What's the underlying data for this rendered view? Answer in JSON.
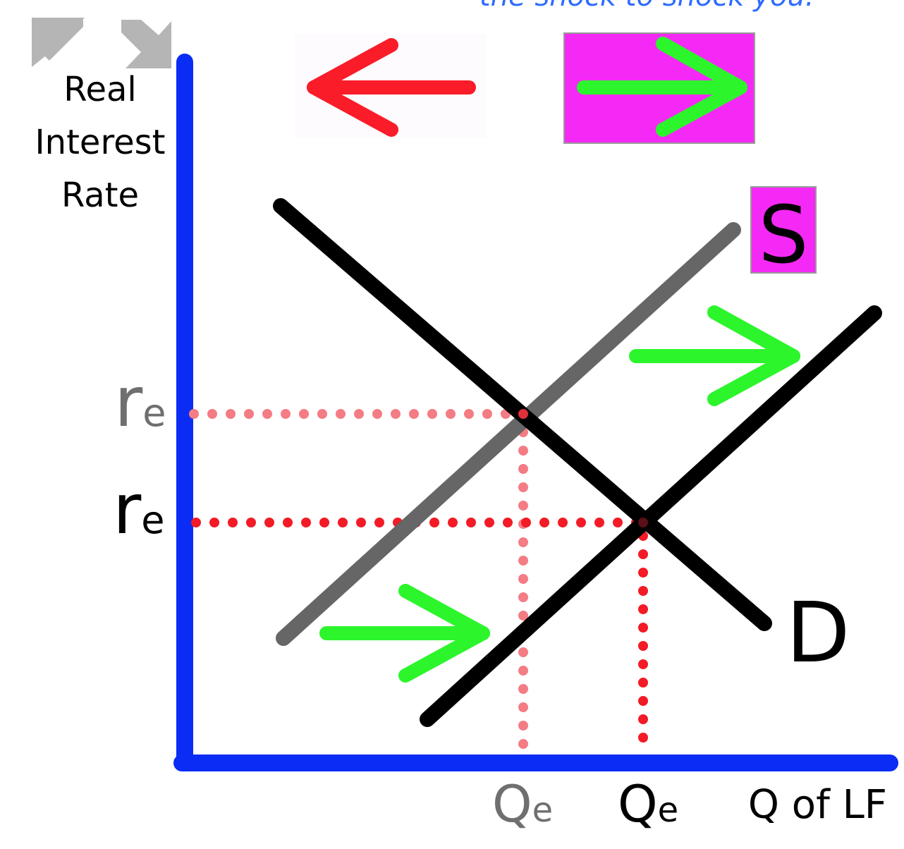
{
  "top_caption": "the shock to shock you.",
  "nav": {
    "collapse_label": "collapse",
    "expand_label": "expand"
  },
  "controls": {
    "shift_left_label": "shift left",
    "shift_right_label": "shift right"
  },
  "axes": {
    "y_label_lines": [
      "Real",
      "Interest",
      "Rate"
    ],
    "x_label": "Q of LF"
  },
  "labels": {
    "supply": "S",
    "demand": "D",
    "r_old": "r",
    "r_old_sub": "e",
    "r_new": "r",
    "r_new_sub": "e",
    "q_old": "Q",
    "q_old_sub": "e",
    "q_new": "Q",
    "q_new_sub": "e"
  },
  "colors": {
    "axis": "#0b2cf5",
    "demand": "#000000",
    "old_supply": "#666666",
    "new_supply": "#000000",
    "old_guide": "#f47c84",
    "new_guide": "#f21b26",
    "shift_arrow": "#2cf52c",
    "left_arrow": "#fa1c28",
    "highlight": "#f529f5",
    "nav_icon": "#b5b5b5",
    "old_label": "#6f6f6f"
  }
}
